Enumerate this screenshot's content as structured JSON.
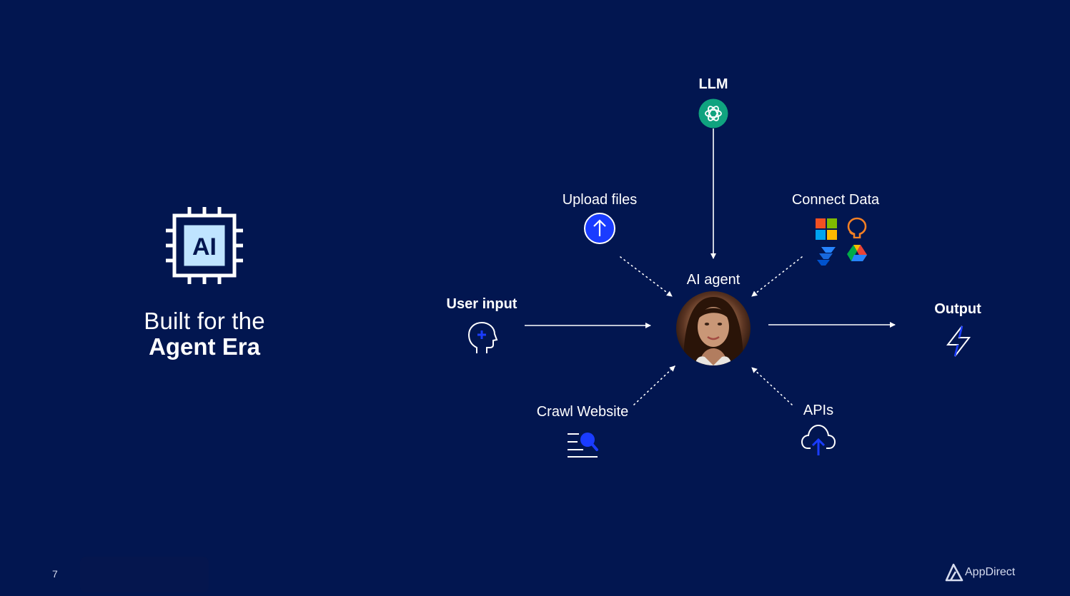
{
  "page_number": "7",
  "hero": {
    "line1": "Built for the",
    "line2": "Agent Era",
    "chip_text": "AI"
  },
  "diagram": {
    "center_label": "AI agent",
    "llm": "LLM",
    "upload_files": "Upload files",
    "connect_data": "Connect Data",
    "user_input": "User input",
    "output": "Output",
    "crawl_website": "Crawl Website",
    "apis": "APIs"
  },
  "icons": {
    "chip": "ai-chip-icon",
    "llm": "openai-icon",
    "upload": "upload-icon",
    "connect": [
      "microsoft-icon",
      "github-icon",
      "jira-icon",
      "google-drive-icon"
    ],
    "user_input": "head-icon",
    "output": "lightning-icon",
    "crawl": "search-list-icon",
    "apis": "cloud-upload-icon"
  },
  "brand": {
    "name": "AppDirect"
  },
  "colors": {
    "background": "#021650",
    "accent_blue": "#1a3cff",
    "llm_green": "#10a37f"
  }
}
